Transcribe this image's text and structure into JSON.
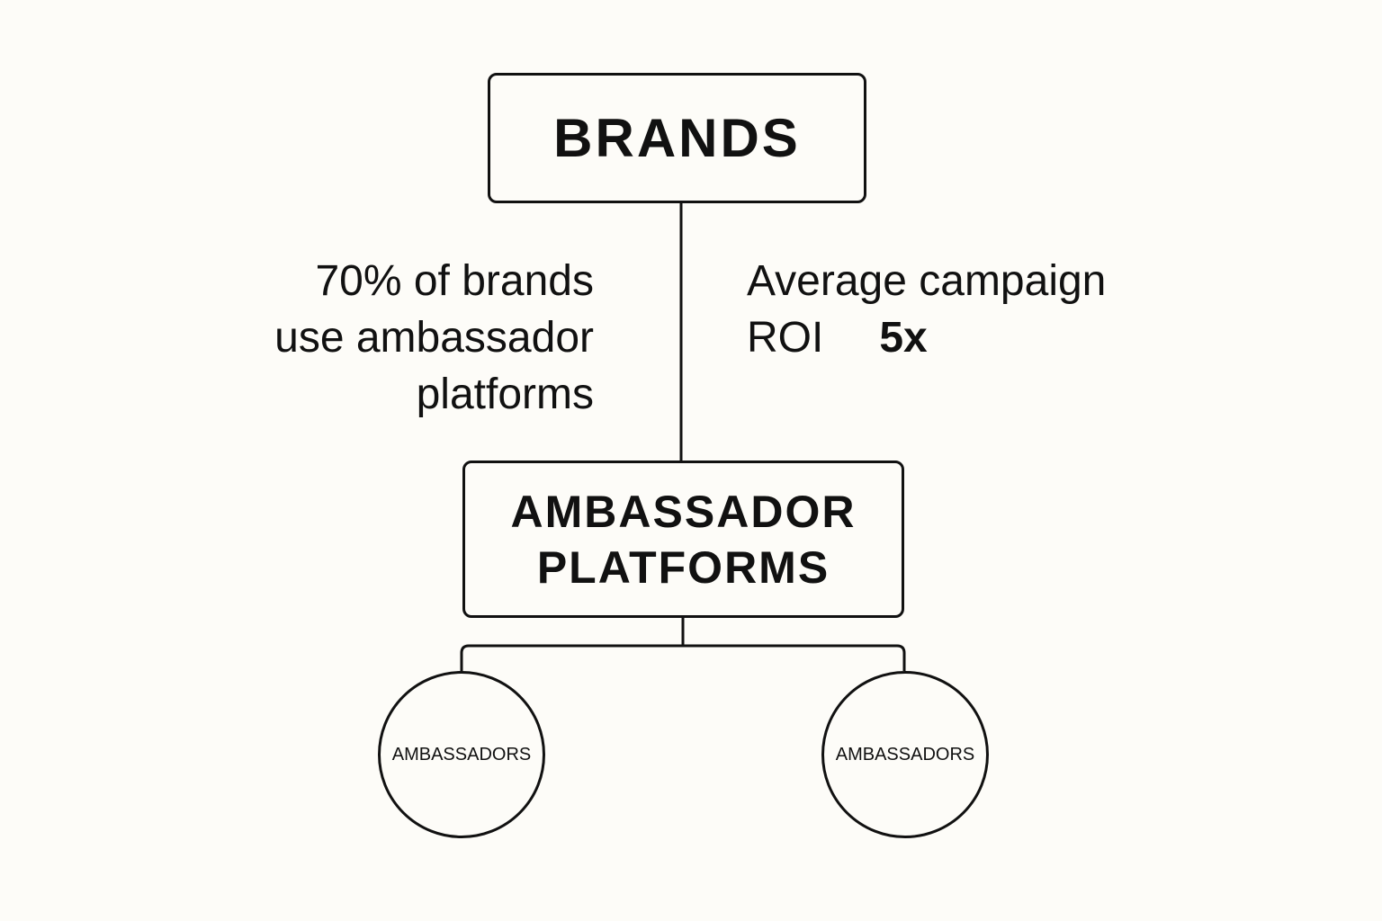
{
  "nodes": {
    "brands": {
      "label": "BRANDS"
    },
    "platforms": {
      "line1": "AMBASSADOR",
      "line2": "PLATFORMS"
    },
    "ambassadors": [
      {
        "label": "AMBASSADORS"
      },
      {
        "label": "AMBASSADORS"
      }
    ]
  },
  "annotations": {
    "left": {
      "lines": [
        "70% of brands",
        "use ambassador",
        "platforms"
      ]
    },
    "right": {
      "line1": "Average campaign",
      "roi_label": "ROI",
      "roi_value": "5x"
    }
  },
  "colors": {
    "background": "#fdfcf8",
    "stroke": "#111111"
  }
}
